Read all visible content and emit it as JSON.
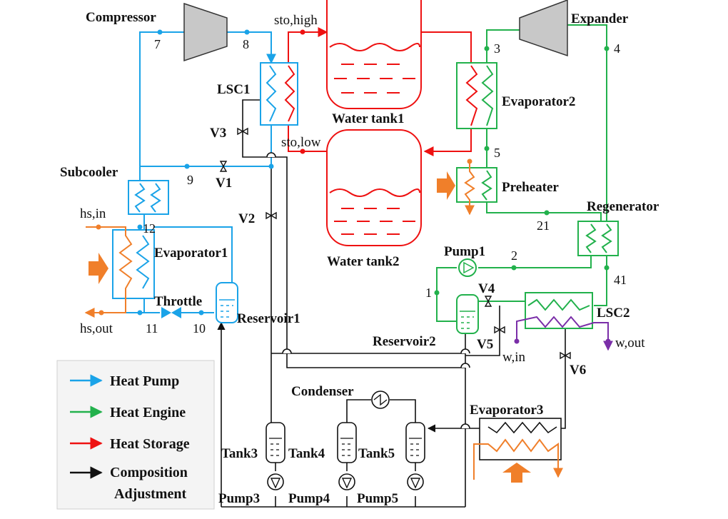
{
  "colors": {
    "heat_pump": "#1aa3e8",
    "heat_engine": "#22b14c",
    "heat_storage": "#ee1111",
    "composition": "#111111",
    "source": "#f07f2a",
    "water": "#7a2ea8"
  },
  "components": {
    "compressor": "Compressor",
    "expander": "Expander",
    "lsc1": "LSC1",
    "water_tank1": "Water tank1",
    "water_tank2": "Water tank2",
    "evaporator2": "Evaporator2",
    "preheater": "Preheater",
    "regenerator": "Regenerator",
    "subcooler": "Subcooler",
    "evaporator1": "Evaporator1",
    "throttle": "Throttle",
    "reservoir1": "Reservoir1",
    "pump1": "Pump1",
    "lsc2": "LSC2",
    "reservoir2": "Reservoir2",
    "condenser": "Condenser",
    "evaporator3": "Evaporator3",
    "tank3": "Tank3",
    "tank4": "Tank4",
    "tank5": "Tank5",
    "pump3": "Pump3",
    "pump4": "Pump4",
    "pump5": "Pump5"
  },
  "valves": {
    "v1": "V1",
    "v2": "V2",
    "v3": "V3",
    "v4": "V4",
    "v5": "V5",
    "v6": "V6"
  },
  "streams": {
    "sto_high": "sto,high",
    "sto_low": "sto,low",
    "hs_in": "hs,in",
    "hs_out": "hs,out",
    "w_in": "w,in",
    "w_out": "w,out"
  },
  "state_points": {
    "p7": "7",
    "p8": "8",
    "p3": "3",
    "p4": "4",
    "p5": "5",
    "p9": "9",
    "p12": "12",
    "p21": "21",
    "p2": "2",
    "p41": "41",
    "p1": "1",
    "p11": "11",
    "p10": "10"
  },
  "legend": {
    "heat_pump": "Heat Pump",
    "heat_engine": "Heat Engine",
    "heat_storage": "Heat Storage",
    "composition_line1": "Composition",
    "composition_line2": "Adjustment"
  }
}
